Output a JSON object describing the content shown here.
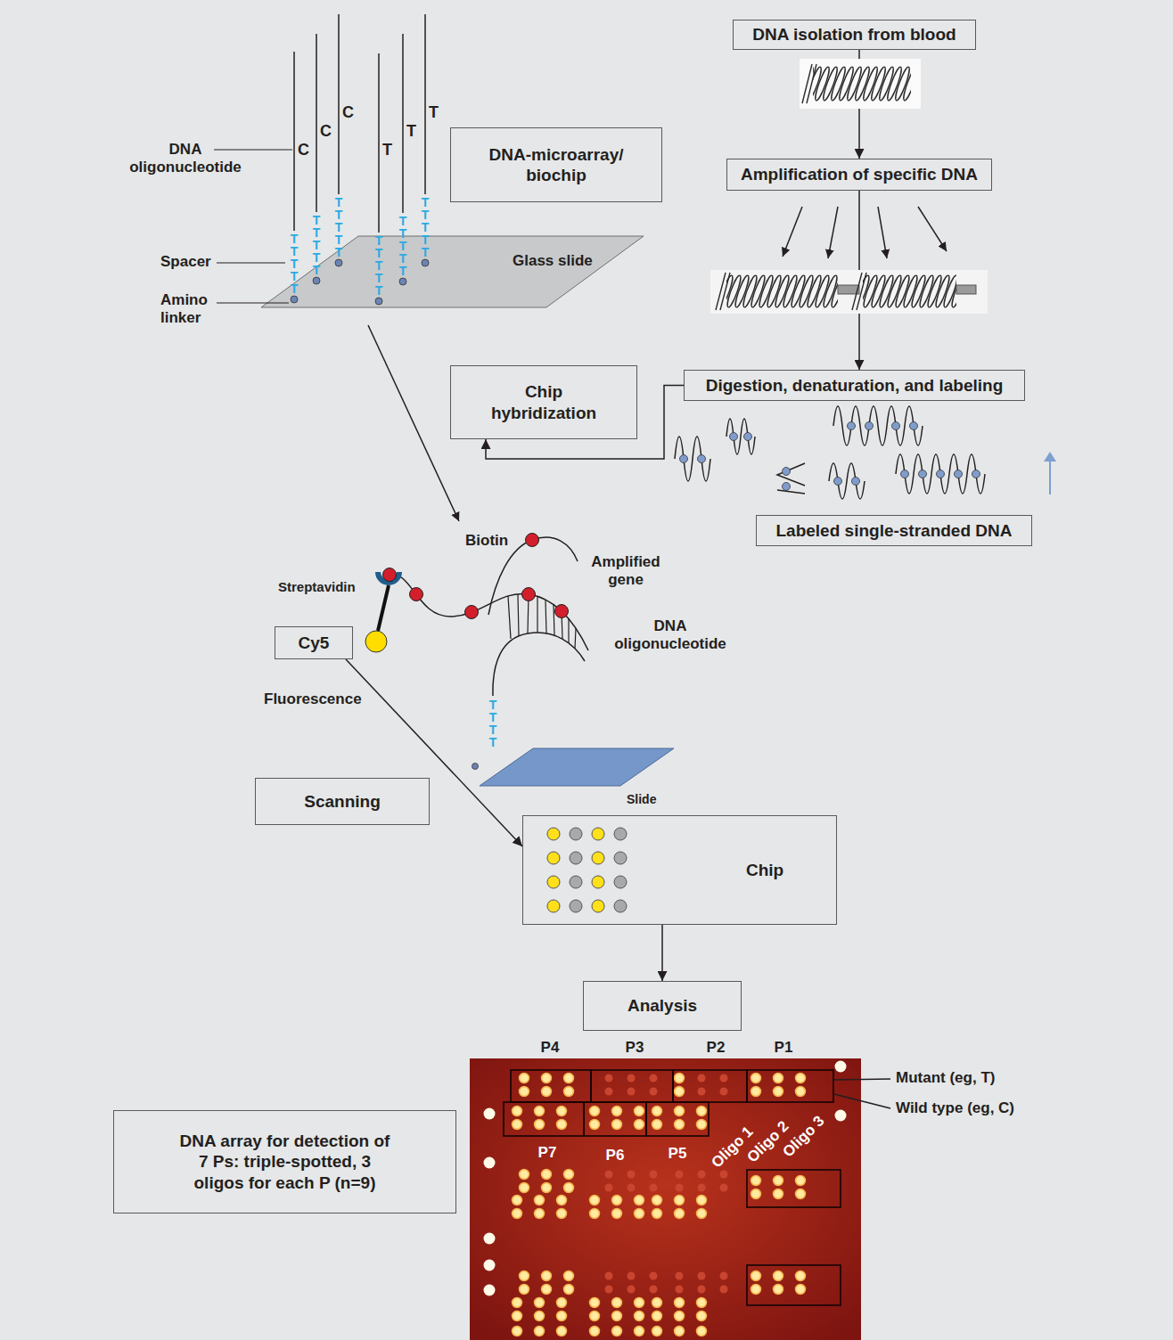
{
  "diagram": {
    "nodes": [
      {
        "text": [
          "DNA isolation from blood"
        ]
      },
      {
        "text": [
          "Amplification of specific DNA"
        ]
      },
      {
        "text": [
          "Digestion, denaturation, and labeling"
        ]
      },
      {
        "text": [
          "Labeled single-stranded DNA"
        ]
      },
      {
        "text": [
          "DNA-microarray/ biochip"
        ]
      },
      {
        "text": [
          "Chip hybridization"
        ]
      },
      {
        "text": [
          "Cy5"
        ]
      },
      {
        "text": [
          "Scanning"
        ]
      },
      {
        "text": [
          "Chip"
        ]
      },
      {
        "text": [
          "Analysis"
        ]
      },
      {
        "text": [
          "DNA array for detection of 7 Ps: triple-spotted, 3 oligos for each P (n=9)"
        ]
      }
    ],
    "edges": [
      {
        "from": 0,
        "to": 1,
        "arrow": "to"
      },
      {
        "from": 1,
        "to": 2,
        "arrow": "to"
      },
      {
        "from": 2,
        "to": 5,
        "arrow": "to"
      },
      {
        "from": 6,
        "to": 8,
        "arrow": "to"
      },
      {
        "from": 8,
        "to": 9,
        "arrow": "to"
      }
    ],
    "labels": [
      "DNA oligonucleotide",
      "C",
      "C",
      "C",
      "T",
      "T",
      "T",
      "T T T T T",
      "T T T T T",
      "T T T T T",
      "T T T T T",
      "T T T T T",
      "T T T T T",
      "Spacer",
      "Amino linker",
      "Glass slide",
      "Biotin",
      "Amplified gene",
      "Streptavidin",
      "DNA oligonucleotide",
      "Fluorescence",
      "T T T T",
      "Slide",
      "P4",
      "P3",
      "P2",
      "P1",
      "Mutant (eg, T)",
      "Wild type (eg, C)",
      "P7",
      "P6",
      "P5",
      "Oligo 1",
      "Oligo 2",
      "Oligo 3"
    ]
  }
}
